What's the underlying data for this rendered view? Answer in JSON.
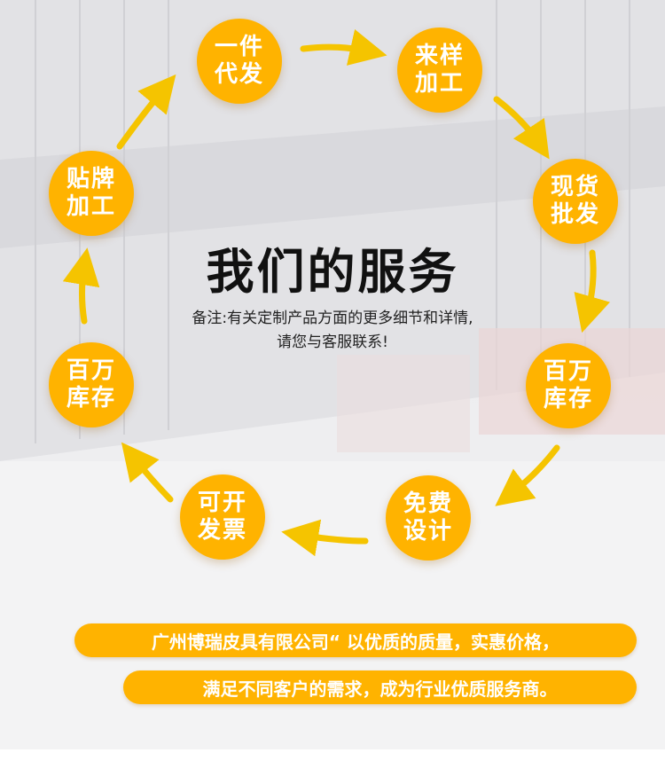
{
  "services": [
    {
      "line1": "一件",
      "line2": "代发"
    },
    {
      "line1": "来样",
      "line2": "加工"
    },
    {
      "line1": "现货",
      "line2": "批发"
    },
    {
      "line1": "百万",
      "line2": "库存"
    },
    {
      "line1": "免费",
      "line2": "设计"
    },
    {
      "line1": "可开",
      "line2": "发票"
    },
    {
      "line1": "百万",
      "line2": "库存"
    },
    {
      "line1": "贴牌",
      "line2": "加工"
    }
  ],
  "title": "我们的服务",
  "note_line1": "备注:有关定制产品方面的更多细节和详情,",
  "note_line2": "请您与客服联系!",
  "banner_line1": "广州博瑞皮具有限公司“ 以优质的质量，实惠价格，",
  "banner_line2": "满足不同客户的需求，成为行业优质服务商。",
  "colors": {
    "accent": "#ffb300",
    "arrow": "#f5c400",
    "text": "#111111"
  }
}
